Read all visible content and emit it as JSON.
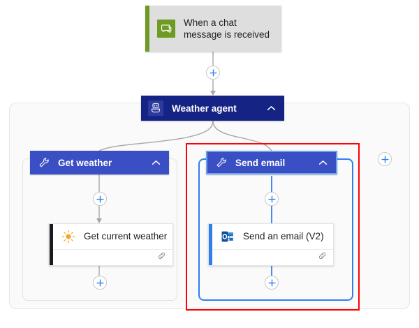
{
  "canvas": {
    "background_color": "#ffffff",
    "outer_container_bg": "#fafafa",
    "outer_container_border": "#e6e6e6"
  },
  "trigger": {
    "label": "When a chat message is received",
    "icon": "teams-chat-icon",
    "accent_color": "#6f9a23",
    "background_color": "#dedede",
    "text_color": "#201f1e"
  },
  "agent": {
    "label": "Weather agent",
    "icon": "robot-icon",
    "chevron": "chevron-up-icon",
    "background_color": "#152484",
    "text_color": "#ffffff"
  },
  "branches": [
    {
      "id": "get-weather",
      "header": {
        "label": "Get weather",
        "icon": "wrench-icon",
        "chevron": "chevron-up-icon",
        "background_color": "#3b4fc4",
        "text_color": "#ffffff",
        "selected": false
      },
      "group_border_color": "#e2e2e2",
      "action": {
        "label": "Get current weather",
        "icon": "sun-icon",
        "accent_color": "#1b1b1b",
        "footer_icon": "link-icon",
        "background_color": "#ffffff",
        "text_color": "#201f1e"
      }
    },
    {
      "id": "send-email",
      "header": {
        "label": "Send email",
        "icon": "wrench-icon",
        "chevron": "chevron-up-icon",
        "background_color": "#3b4fc4",
        "text_color": "#ffffff",
        "selected": true,
        "selection_border_color": "#6aa4ee"
      },
      "group_border_color": "#2f80ed",
      "action": {
        "label": "Send an email (V2)",
        "icon": "outlook-icon",
        "accent_color": "#2f80ed",
        "footer_icon": "link-icon",
        "background_color": "#ffffff",
        "text_color": "#201f1e"
      }
    }
  ],
  "annotation": {
    "type": "highlight-rectangle",
    "color": "#ff0000",
    "target": "send-email"
  },
  "add_buttons": [
    {
      "id": "add-after-trigger",
      "label": "+",
      "color": "#2f80ed"
    },
    {
      "id": "add-in-get-weather-top",
      "label": "+",
      "color": "#2f80ed"
    },
    {
      "id": "add-in-get-weather-bottom",
      "label": "+",
      "color": "#2f80ed"
    },
    {
      "id": "add-in-send-email-top",
      "label": "+",
      "color": "#2f80ed"
    },
    {
      "id": "add-in-send-email-bottom",
      "label": "+",
      "color": "#2f80ed"
    },
    {
      "id": "add-branch",
      "label": "+",
      "color": "#2f80ed"
    }
  ],
  "connector": {
    "color": "#a6a6a6",
    "selected_color": "#2f80ed"
  }
}
